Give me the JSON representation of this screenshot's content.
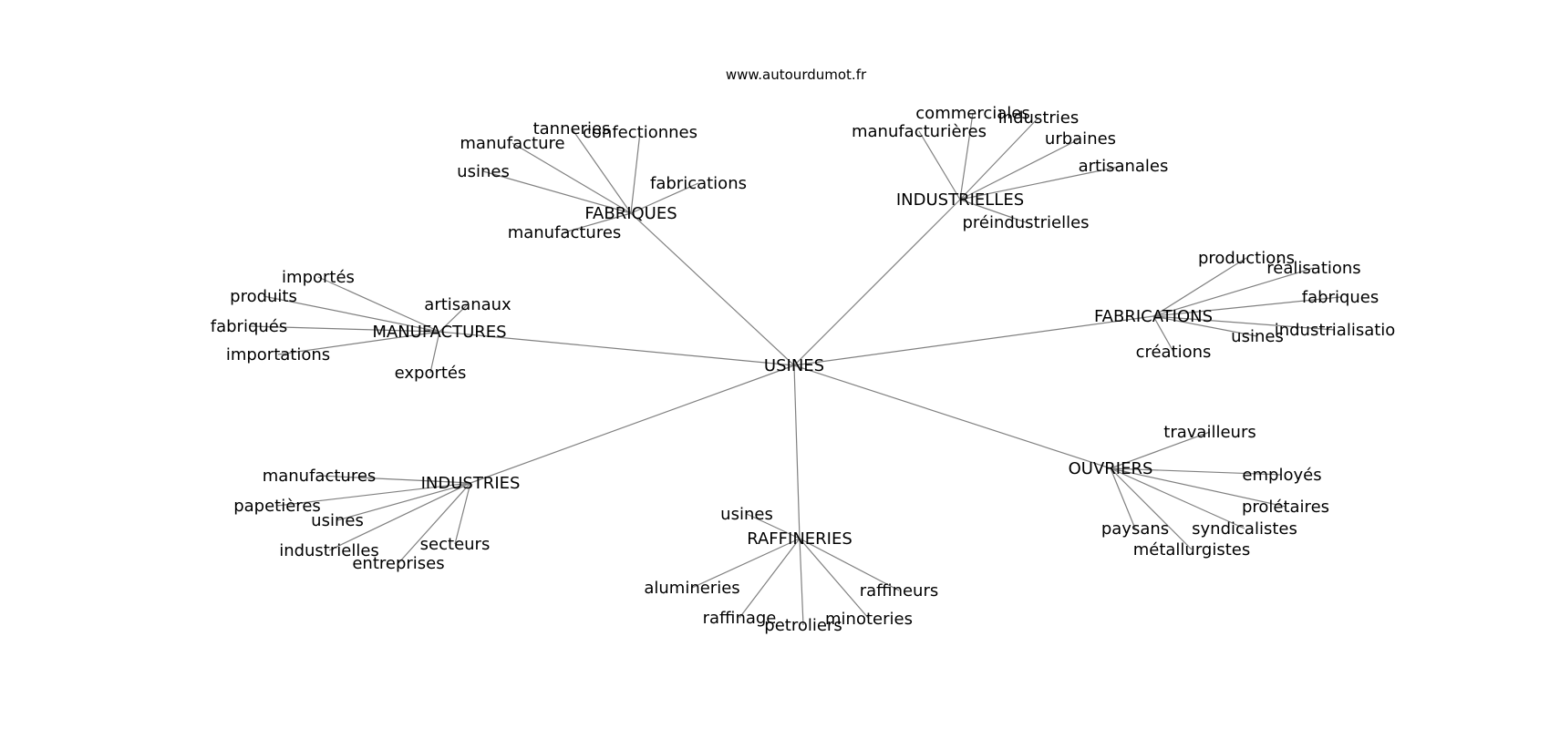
{
  "site": "www.autourdumot.fr",
  "root": "USINES",
  "colors": {
    "edge": "#808080",
    "text": "#000000",
    "background": "#ffffff"
  },
  "groups": [
    {
      "label": "FABRIQUES",
      "children": [
        "usines",
        "manufacture",
        "tanneries",
        "confectionnes",
        "fabrications",
        "manufactures"
      ]
    },
    {
      "label": "INDUSTRIELLES",
      "children": [
        "manufacturières",
        "commerciales",
        "industries",
        "urbaines",
        "artisanales",
        "préindustrielles"
      ]
    },
    {
      "label": "MANUFACTURES",
      "children": [
        "importés",
        "produits",
        "fabriqués",
        "importations",
        "artisanaux",
        "exportés"
      ]
    },
    {
      "label": "FABRICATIONS",
      "children": [
        "productions",
        "réalisations",
        "fabriques",
        "industrialisatio",
        "usines",
        "créations"
      ]
    },
    {
      "label": "OUVRIERS",
      "children": [
        "travailleurs",
        "employés",
        "prolétaires",
        "syndicalistes",
        "métallurgistes",
        "paysans"
      ]
    },
    {
      "label": "INDUSTRIES",
      "children": [
        "manufactures",
        "papetières",
        "usines",
        "industrielles",
        "entreprises",
        "secteurs"
      ]
    },
    {
      "label": "RAFFINERIES",
      "children": [
        "usines",
        "alumineries",
        "raffinage",
        "petroliers",
        "minoteries",
        "raffineurs"
      ]
    }
  ]
}
